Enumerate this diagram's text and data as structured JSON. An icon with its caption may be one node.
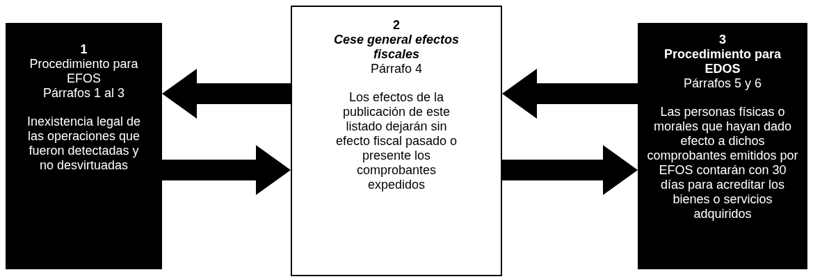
{
  "diagram": {
    "nodes": [
      {
        "text": [
          "1",
          "Procedimiento para EFOS",
          "Párrafos 1 al 3",
          "Inexistencia legal de las operaciones que fueron detectadas y no desvirtuadas"
        ]
      },
      {
        "text": [
          "2",
          "Cese general efectos fiscales",
          "Párrafo 4",
          "Los efectos de la publicación de este listado dejarán sin efecto fiscal pasado o presente los comprobantes expedidos"
        ]
      },
      {
        "text": [
          "3",
          "Procedimiento para EDOS",
          "Párrafos 5 y 6",
          "Las personas físicas o morales que hayan dado efecto a dichos comprobantes emitidos por EFOS contarán con 30 días para acreditar los bienes o servicios adquiridos"
        ]
      }
    ],
    "edges": [
      {
        "from": 1,
        "to": 0,
        "arrow": "to"
      },
      {
        "from": 0,
        "to": 1,
        "arrow": "to"
      },
      {
        "from": 2,
        "to": 1,
        "arrow": "to"
      },
      {
        "from": 1,
        "to": 2,
        "arrow": "to"
      }
    ]
  }
}
